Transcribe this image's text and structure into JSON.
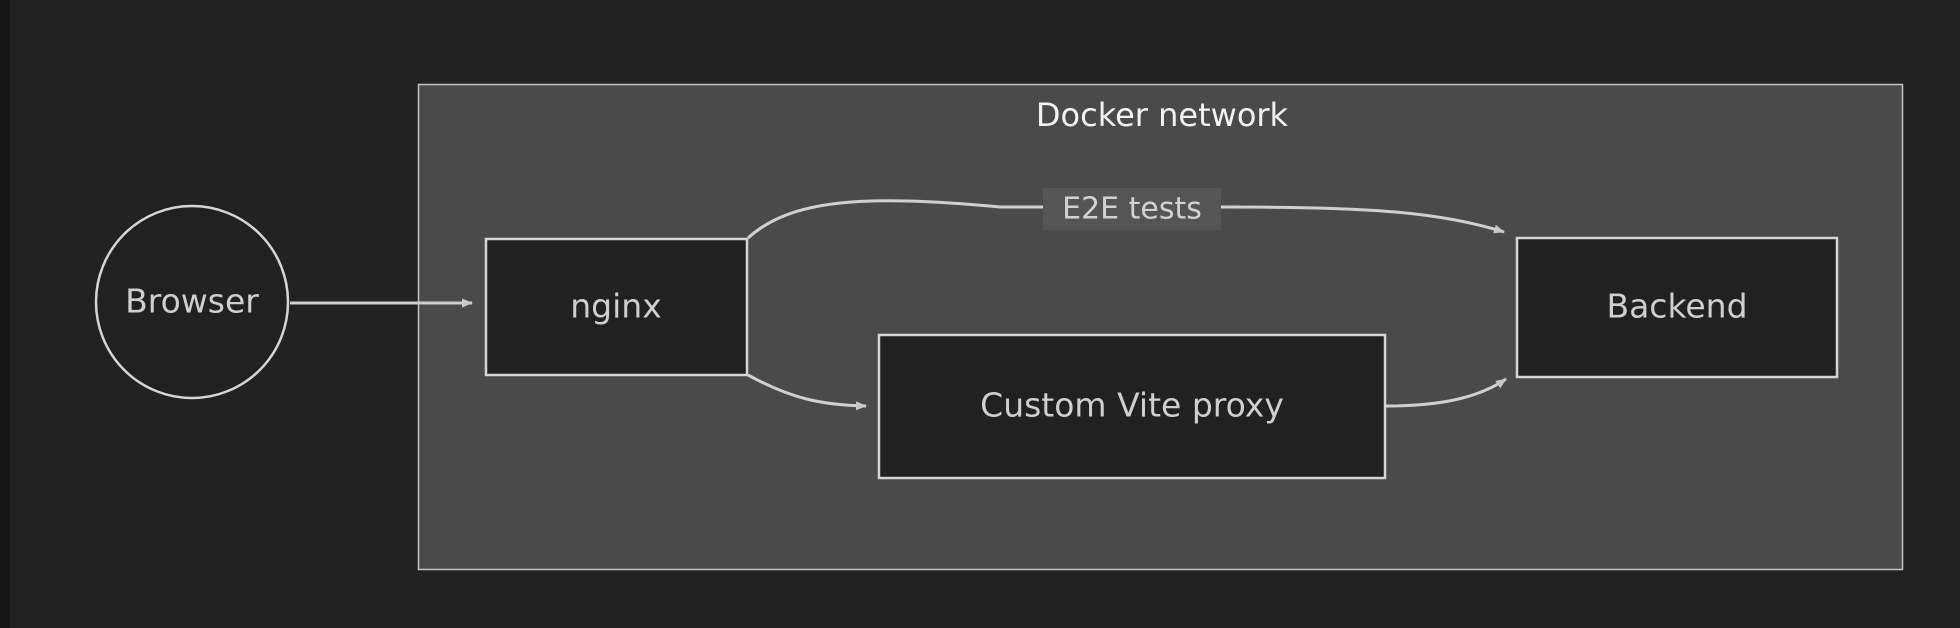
{
  "diagram": {
    "title": "Docker network",
    "colors": {
      "page_background": "#222222",
      "gutter": "#161616",
      "cluster_fill": "#4a4a4a",
      "cluster_stroke": "#c8c8c8",
      "node_fill": "#212121",
      "node_stroke": "#d5d5d5",
      "edge_stroke": "#d0d0d0",
      "node_text": "#cfcfcf",
      "cluster_text": "#f2f2f2",
      "edge_label_text": "#d2d2d2",
      "edge_label_background": "#555555"
    },
    "cluster": {
      "name": "docker-network",
      "label": "Docker network"
    },
    "nodes": [
      {
        "id": "browser",
        "label": "Browser",
        "shape": "circle",
        "inside_cluster": false
      },
      {
        "id": "nginx",
        "label": "nginx",
        "shape": "rect",
        "inside_cluster": true
      },
      {
        "id": "vite-proxy",
        "label": "Custom Vite proxy",
        "shape": "rect",
        "inside_cluster": true
      },
      {
        "id": "backend",
        "label": "Backend",
        "shape": "rect",
        "inside_cluster": true
      }
    ],
    "edges": [
      {
        "id": "browser-to-nginx",
        "from": "browser",
        "to": "nginx",
        "label": "",
        "style": "straight"
      },
      {
        "id": "nginx-to-backend",
        "from": "nginx",
        "to": "backend",
        "label": "E2E tests",
        "style": "curved"
      },
      {
        "id": "nginx-to-vite",
        "from": "nginx",
        "to": "vite-proxy",
        "label": "",
        "style": "curved"
      },
      {
        "id": "vite-to-backend",
        "from": "vite-proxy",
        "to": "backend",
        "label": "",
        "style": "curved"
      }
    ]
  }
}
